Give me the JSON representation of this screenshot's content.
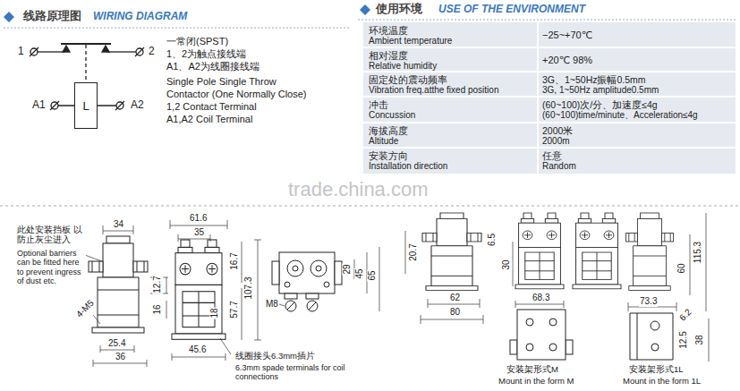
{
  "diagram": {
    "nodes": [
      {
        "text": [
          "L"
        ]
      }
    ],
    "labels": [
      "线路原理图",
      "WIRING DIAGRAM",
      "1",
      "2",
      "A1",
      "A2",
      "一常闭(SPST)",
      "1、2为触点接线端",
      "A1、A2为线圈接线端",
      "Single Pole Single Throw",
      "Contactor (One Normally Close)",
      "1,2 Contact Terminal",
      "A1,A2 Coil Terminal",
      "使用环境",
      "USE OF THE ENVIRONMENT",
      "环境温度",
      "Ambient temperature",
      "−25~+70℃",
      "相对湿度",
      "Relative humidity",
      "+20℃ 98%",
      "固定处的震动频率",
      "Vibration freq.atthe fixed position",
      "3G、1~50Hz振幅0.5mm",
      "3G, 1~50Hz amplitude0.5mm",
      "冲击",
      "Concussion",
      "(60~100)次/分、加速度≤4g",
      "(60~100)time/minute、Acceleration≤4g",
      "海拔高度",
      "Altitude",
      "2000米",
      "2000m",
      "安装方向",
      "Installation direction",
      "任意",
      "Random",
      "trade.china.com",
      "此处安装挡板 以防止灰尘进入",
      "Optional barriers can be fitted here to prevent ingress of dust etc.",
      "34",
      "12.7",
      "16",
      "4-M5",
      "25.4",
      "36",
      "61.6",
      "35",
      "16.7",
      "107.3",
      "57.7",
      "18",
      "45.6",
      "线圈接头6.3mm插片",
      "6.3mm spade terminals for coil connections",
      "29",
      "45",
      "65",
      "M8",
      "20.7",
      "6.5",
      "30",
      "62",
      "80",
      "68.3",
      "115.3",
      "60",
      "73.3",
      "6.2",
      "12.5",
      "38",
      "安装架形式M",
      "Mount in the form M",
      "安装架形式1L",
      "Mount in the form 1L"
    ]
  }
}
